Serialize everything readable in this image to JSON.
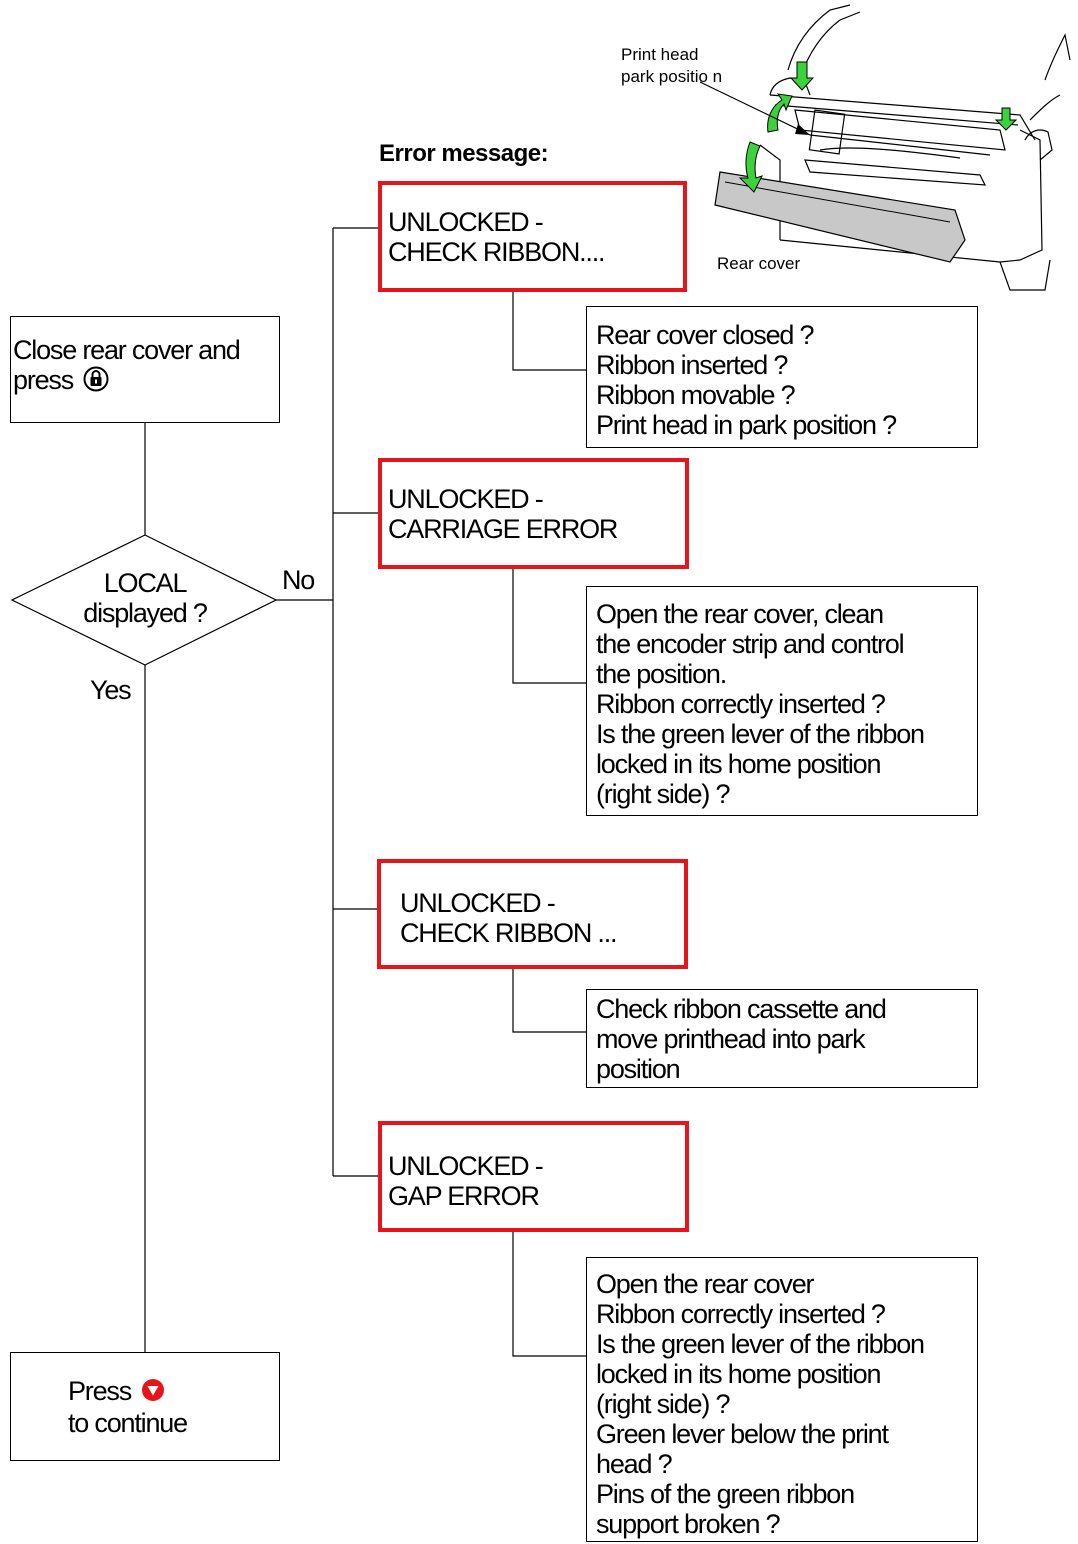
{
  "diagram": {
    "illustration": {
      "label_park_line1": "Print head",
      "label_park_line2": "park positio n",
      "label_rear_cover": "Rear cover"
    },
    "error_heading": "Error message:",
    "start_box": {
      "line1": "Close rear cover and",
      "line2": "press",
      "icon": "lock-button-icon"
    },
    "decision": {
      "line1": "LOCAL",
      "line2": "displayed ?",
      "no_label": "No",
      "yes_label": "Yes"
    },
    "end_box": {
      "line1": "Press",
      "line2": "to continue",
      "icon": "down-triangle-button-icon",
      "icon_color": "#e8141b"
    },
    "errors": [
      {
        "line1": "UNLOCKED -",
        "line2": "CHECK RIBBON...."
      },
      {
        "line1": "UNLOCKED -",
        "line2": "CARRIAGE ERROR"
      },
      {
        "line1": "UNLOCKED -",
        "line2": "CHECK RIBBON ..."
      },
      {
        "line1": "UNLOCKED -",
        "line2": "GAP ERROR"
      }
    ],
    "checks": [
      {
        "lines": [
          "Rear cover closed ?",
          "Ribbon inserted ?",
          "Ribbon movable ?",
          "Print head in park position ?"
        ]
      },
      {
        "lines": [
          "Open the rear cover, clean",
          "the encoder strip and control",
          "the position.",
          "Ribbon correctly inserted ?",
          "Is the green lever of the ribbon",
          "locked in its home position",
          "(right side) ?"
        ]
      },
      {
        "lines": [
          "Check ribbon cassette and",
          "move printhead into park",
          "position"
        ]
      },
      {
        "lines": [
          "Open the rear cover",
          "Ribbon correctly inserted ?",
          "Is the green lever of the ribbon",
          "locked in its home position",
          "(right side) ?",
          "Green lever below the print",
          "head ?",
          "Pins of the green ribbon",
          "support broken ?"
        ]
      }
    ],
    "colors": {
      "error_border": "#e8141b",
      "arrow_green": "#3cd23c"
    }
  }
}
